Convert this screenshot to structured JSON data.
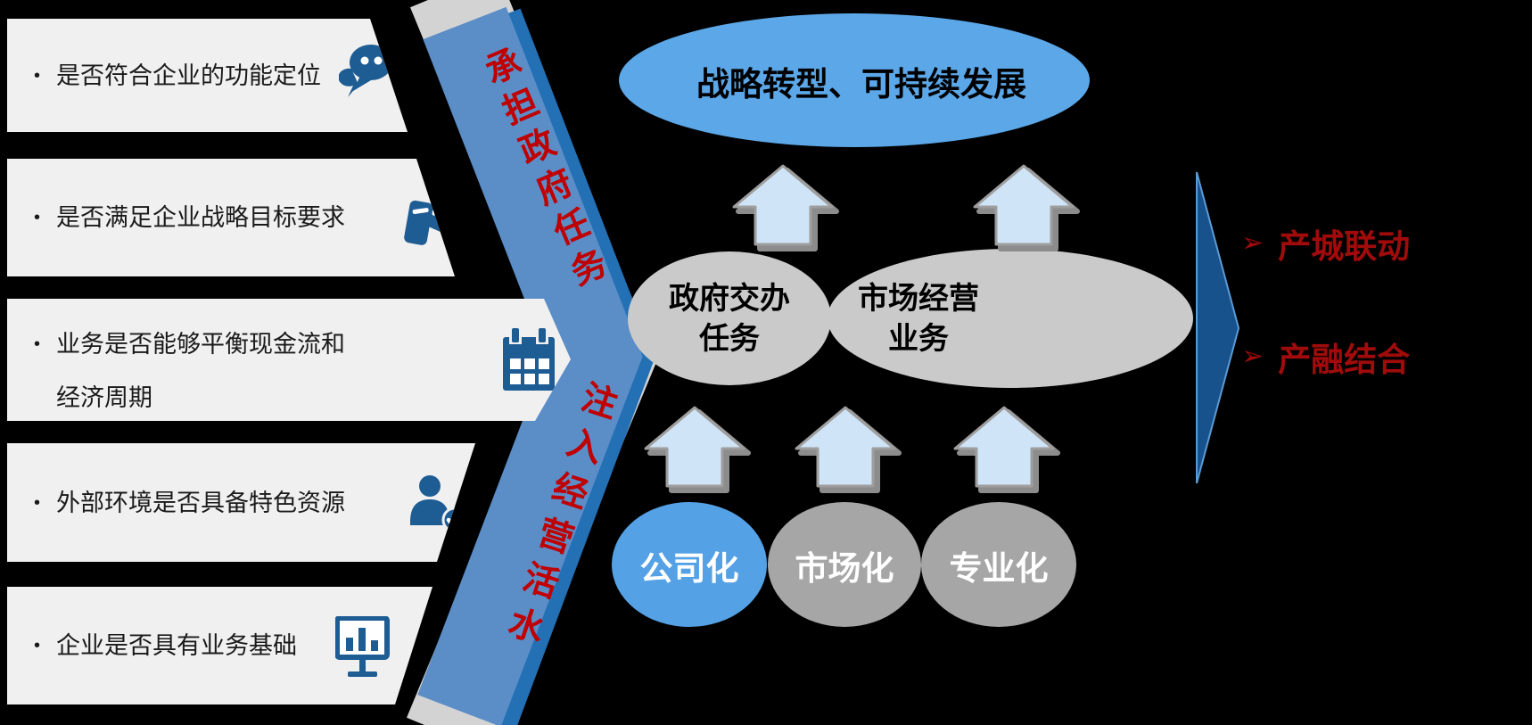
{
  "panel": {
    "items": [
      {
        "bullet": "•",
        "line1": "是否符合企业的功能定位",
        "icon": "chat-bubbles"
      },
      {
        "bullet": "•",
        "line1": "是否满足企业战略目标要求",
        "icon": "books"
      },
      {
        "bullet": "•",
        "line1": "业务是否能够平衡现金流和",
        "line2": "经济周期",
        "icon": "calendar"
      },
      {
        "bullet": "•",
        "line1": "外部环境是否具备特色资源",
        "icon": "person-check"
      },
      {
        "bullet": "•",
        "line1": "企业是否具有业务基础",
        "icon": "bar-chart-monitor"
      }
    ]
  },
  "chevron": {
    "top_label": "承担政府任务",
    "bottom_label": "注入经营活水"
  },
  "diagram": {
    "goal": "战略转型、可持续发展",
    "middle_left": {
      "line1": "政府交办",
      "line2": "任务"
    },
    "middle_right": {
      "line1": "市场经营",
      "line2": "业务"
    },
    "foundation": [
      {
        "label": "公司化"
      },
      {
        "label": "市场化"
      },
      {
        "label": "专业化"
      }
    ],
    "outcomes": [
      {
        "bullet": "➢",
        "label": "产城联动"
      },
      {
        "bullet": "➢",
        "label": "产融结合"
      }
    ]
  },
  "colors": {
    "background": "#000000",
    "panel_box": "#F0F0F0",
    "icon_blue": "#1E5C94",
    "chevron_blue": "#5B8DC7",
    "chevron_edge_blue": "#2470B5",
    "chevron_gray": "#D3D3D3",
    "band_text_red": "#C00000",
    "goal_ellipse_blue": "#5BA7E8",
    "middle_ellipse_gray": "#CACACA",
    "foundation_blue": "#55A1E5",
    "foundation_gray": "#A6A6A6",
    "arrow_fill": "#CFE4F7",
    "arrow_shadow": "#8C8C8C",
    "outcome_red": "#A00B0B",
    "pentagon_blue": "#17528C"
  }
}
